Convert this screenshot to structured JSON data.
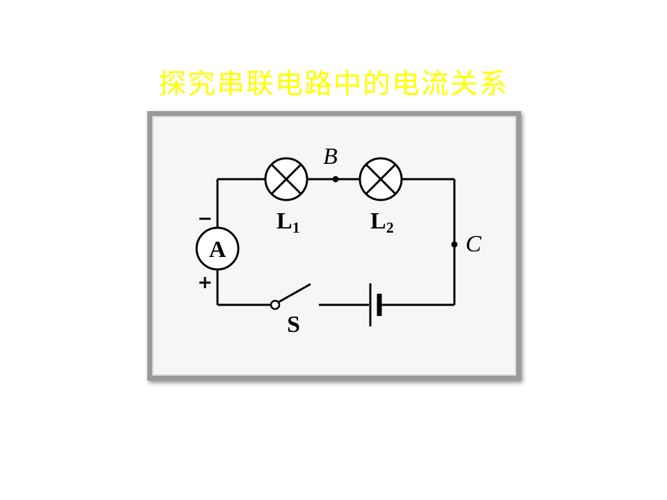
{
  "title": "探究串联电路中的电流关系",
  "circuit": {
    "lamp1": {
      "label": "L",
      "sub": "1"
    },
    "lamp2": {
      "label": "L",
      "sub": "2"
    },
    "point_b": "B",
    "point_c": "C",
    "ammeter": "A",
    "switch": "S",
    "minus": "−",
    "plus": "+"
  },
  "colors": {
    "title": "#ffff00",
    "frame_bg": "#f6f6f6",
    "frame_border": "#9a9a9a",
    "wire": "#000000"
  }
}
